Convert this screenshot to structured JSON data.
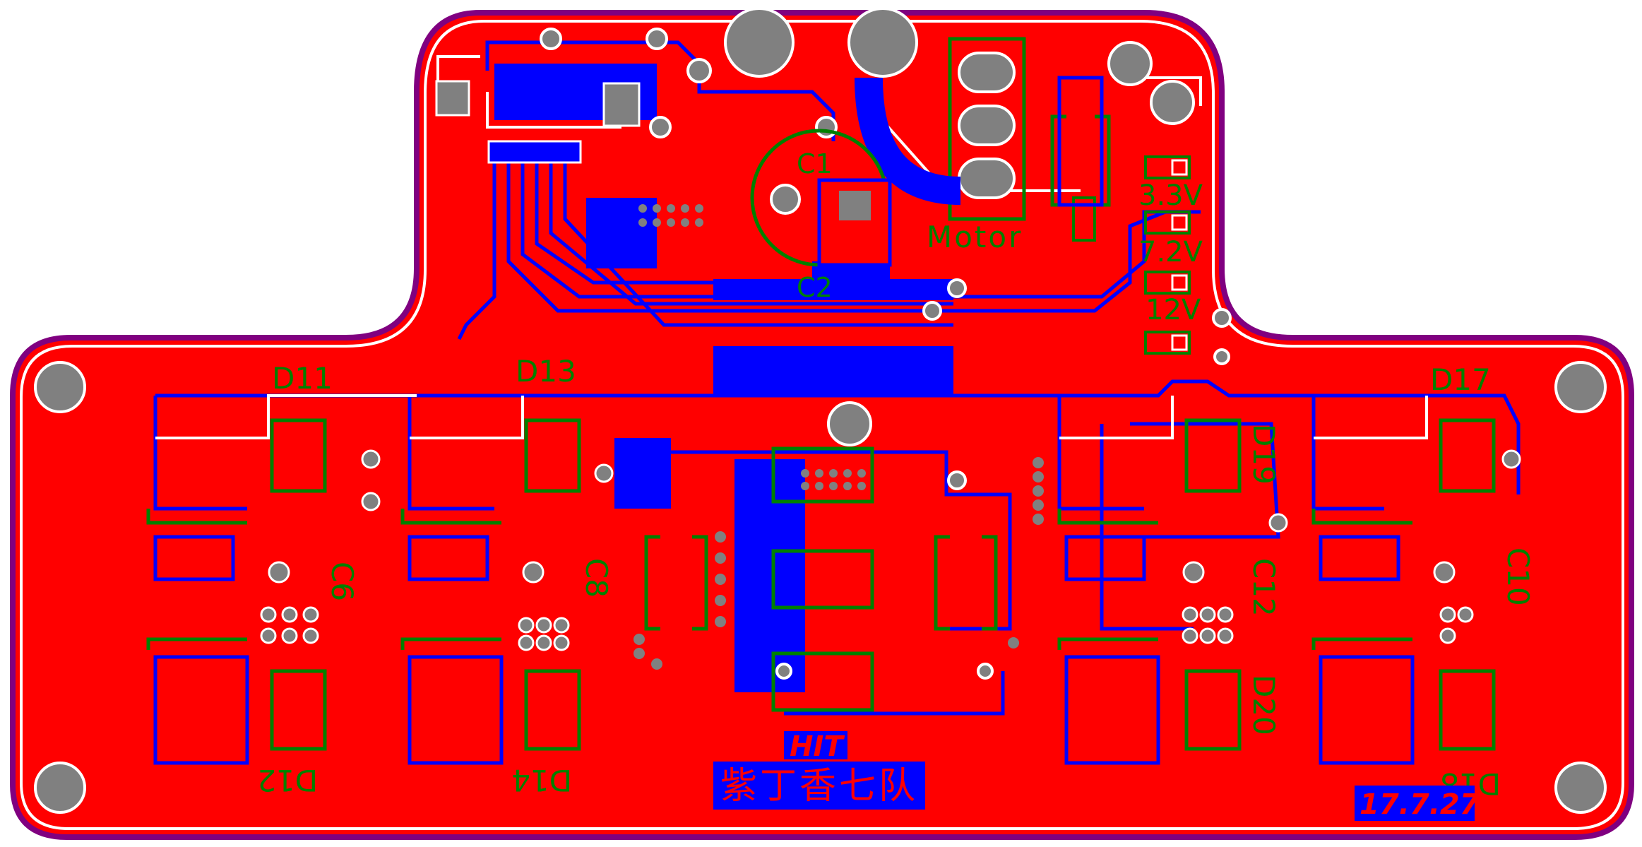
{
  "board": {
    "colors": {
      "outline": "#800080",
      "copper_top": "#ff0000",
      "copper_bottom": "#0000ff",
      "silkscreen": "#008000",
      "pad": "#808080",
      "clearance": "#ffffff"
    }
  },
  "labels": {
    "c1": "C1",
    "c2": "C2",
    "motor": "Motor",
    "v33": "3.3V",
    "v72": "7.2V",
    "v12": "12V",
    "d11": "D11",
    "d13": "D13",
    "d17": "D17",
    "d19": "D19",
    "d12": "D12",
    "d14": "D14",
    "d20": "D20",
    "d18": "D18",
    "c6": "C6",
    "c8": "C8",
    "c12": "C12",
    "c10": "C10"
  },
  "logo": {
    "hit": "HIT",
    "team": "紫丁香七队",
    "date": "17.7.27"
  }
}
